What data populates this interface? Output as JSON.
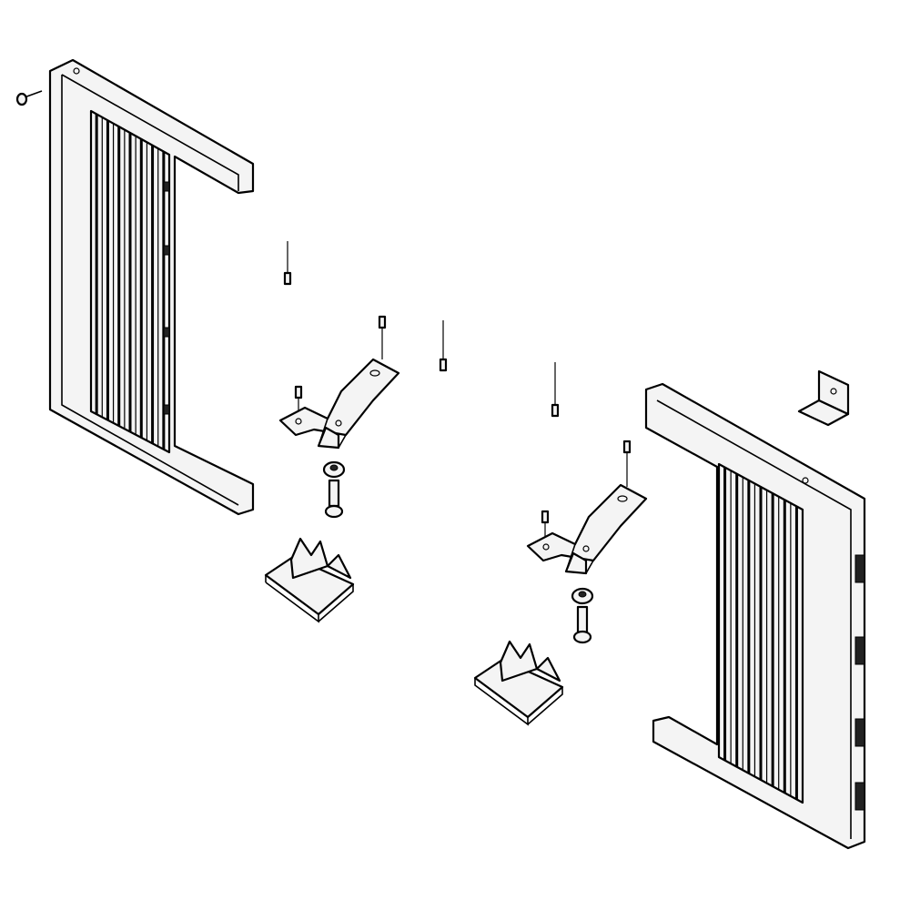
{
  "colors": {
    "line": "#000000",
    "background": "#ffffff",
    "panel_fill": "#f4f4f4",
    "dark_fill": "#222222"
  },
  "parts": [
    {
      "icon": "left-side-panel"
    },
    {
      "icon": "right-side-panel"
    },
    {
      "icon": "mounting-bracket"
    },
    {
      "icon": "mounting-bracket"
    },
    {
      "icon": "sill-clip"
    },
    {
      "icon": "sill-clip"
    },
    {
      "icon": "angle-bracket"
    },
    {
      "icon": "screw"
    },
    {
      "icon": "nut"
    },
    {
      "icon": "bolt"
    }
  ]
}
